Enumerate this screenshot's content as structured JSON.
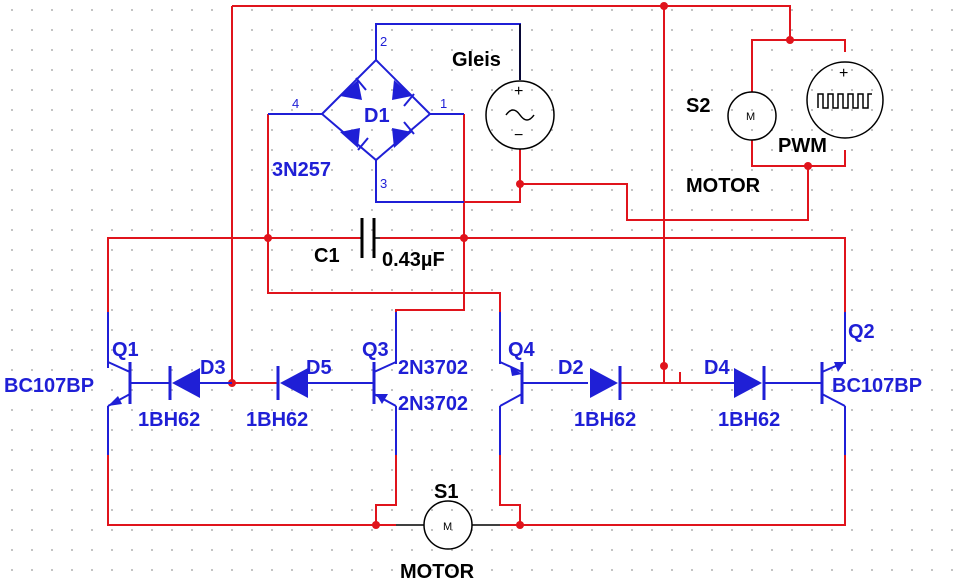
{
  "colors": {
    "wire": "#e0141c",
    "component": "#1f1fd6",
    "label": "#000000",
    "grid": "#b0b0b0",
    "background": "#ffffff"
  },
  "bridge": {
    "ref": "D1",
    "part": "3N257",
    "pins": [
      "1",
      "2",
      "3",
      "4"
    ]
  },
  "source": {
    "label": "Gleis",
    "plus": "+",
    "minus": "−",
    "wave": "~"
  },
  "pwm": {
    "ref": "S2",
    "label": "PWM",
    "motor_label": "MOTOR",
    "plus": "+",
    "motor_symbol": "M"
  },
  "capacitor": {
    "ref": "C1",
    "value": "0.43µF"
  },
  "transistors": {
    "q1": {
      "ref": "Q1",
      "part": "BC107BP"
    },
    "q2": {
      "ref": "Q2",
      "part": "BC107BP"
    },
    "q3": {
      "ref": "Q3",
      "part": "2N3702"
    },
    "q4": {
      "ref": "Q4",
      "part": "2N3702"
    }
  },
  "diodes": {
    "d2": {
      "ref": "D2",
      "part": "1BH62"
    },
    "d3": {
      "ref": "D3",
      "part": "1BH62"
    },
    "d4": {
      "ref": "D4",
      "part": "1BH62"
    },
    "d5": {
      "ref": "D5",
      "part": "1BH62"
    }
  },
  "motor": {
    "ref": "S1",
    "label": "MOTOR",
    "symbol": "M"
  }
}
